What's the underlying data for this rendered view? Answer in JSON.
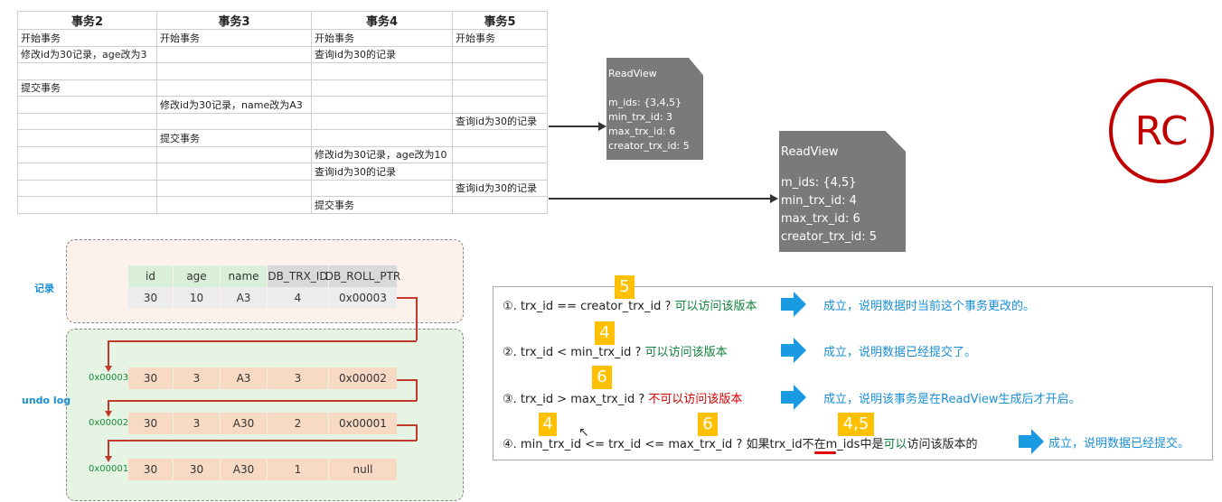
{
  "table": {
    "headers": [
      "事务2",
      "事务3",
      "事务4",
      "事务5"
    ],
    "rows": [
      [
        "开始事务",
        "开始事务",
        "开始事务",
        "开始事务"
      ],
      [
        "修改id为30记录，age改为3",
        "",
        "查询id为30的记录",
        ""
      ],
      [
        "",
        "",
        "",
        ""
      ],
      [
        "提交事务",
        "",
        "",
        ""
      ],
      [
        "",
        "修改id为30记录，name改为A3",
        "",
        ""
      ],
      [
        "",
        "",
        "",
        "查询id为30的记录"
      ],
      [
        "",
        "提交事务",
        "",
        ""
      ],
      [
        "",
        "",
        "修改id为30记录，age改为10",
        ""
      ],
      [
        "",
        "",
        "查询id为30的记录",
        ""
      ],
      [
        "",
        "",
        "",
        "查询id为30的记录"
      ],
      [
        "",
        "",
        "提交事务",
        ""
      ]
    ]
  },
  "readview1": {
    "title": "ReadView",
    "m_ids": "m_ids: {3,4,5}",
    "min": "min_trx_id: 3",
    "max": "max_trx_id: 6",
    "creator": "creator_trx_id: 5"
  },
  "readview2": {
    "title": "ReadView",
    "m_ids": "m_ids: {4,5}",
    "min": "min_trx_id: 4",
    "max": "max_trx_id: 6",
    "creator": "creator_trx_id: 5"
  },
  "rc_label": "RC",
  "record": {
    "label": "记录",
    "headers": [
      "id",
      "age",
      "name",
      "DB_TRX_ID",
      "DB_ROLL_PTR"
    ],
    "values": [
      "30",
      "10",
      "A3",
      "4",
      "0x00003"
    ]
  },
  "undo": {
    "label": "undo log",
    "rows": [
      {
        "addr": "0x00003",
        "values": [
          "30",
          "3",
          "A3",
          "3",
          "0x00002"
        ]
      },
      {
        "addr": "0x00002",
        "values": [
          "30",
          "3",
          "A30",
          "2",
          "0x00001"
        ]
      },
      {
        "addr": "0x00001",
        "values": [
          "30",
          "30",
          "A30",
          "1",
          "null"
        ]
      }
    ]
  },
  "rules": {
    "r1": {
      "num": "①. trx_id  == creator_trx_id ? ",
      "verdict": "可以访问该版本",
      "result": "成立，说明数据时当前这个事务更改的。",
      "badge": "5"
    },
    "r2": {
      "num": "②. trx_id < min_trx_id ? ",
      "verdict": "可以访问该版本",
      "result": "成立，说明数据已经提交了。",
      "badge": "4"
    },
    "r3": {
      "num": "③. trx_id > max_trx_id ? ",
      "verdict": "不可以访问该版本",
      "result": "成立，说明该事务是在ReadView生成后才开启。",
      "badge": "6"
    },
    "r4": {
      "num": "④. min_trx_id <= trx_id <= max_trx_id ?  如果trx_id",
      "not_in": "不在",
      "mid": "m_ids中是",
      "verdict": "可以",
      "tail": "访问该版本的",
      "result": "成立，说明数据已经提交。",
      "badge_a": "4",
      "badge_b": "6",
      "badge_c": "4,5"
    }
  },
  "colors": {
    "green_header": "#d9efd9",
    "grey_header": "#d9d9d9",
    "orange_cell": "#f8d9c4",
    "record_bg": "#fdf1ec",
    "undo_bg": "#e6f5e3",
    "red": "#c00000",
    "blue": "#1a8fd6",
    "badge": "#ffc000"
  }
}
